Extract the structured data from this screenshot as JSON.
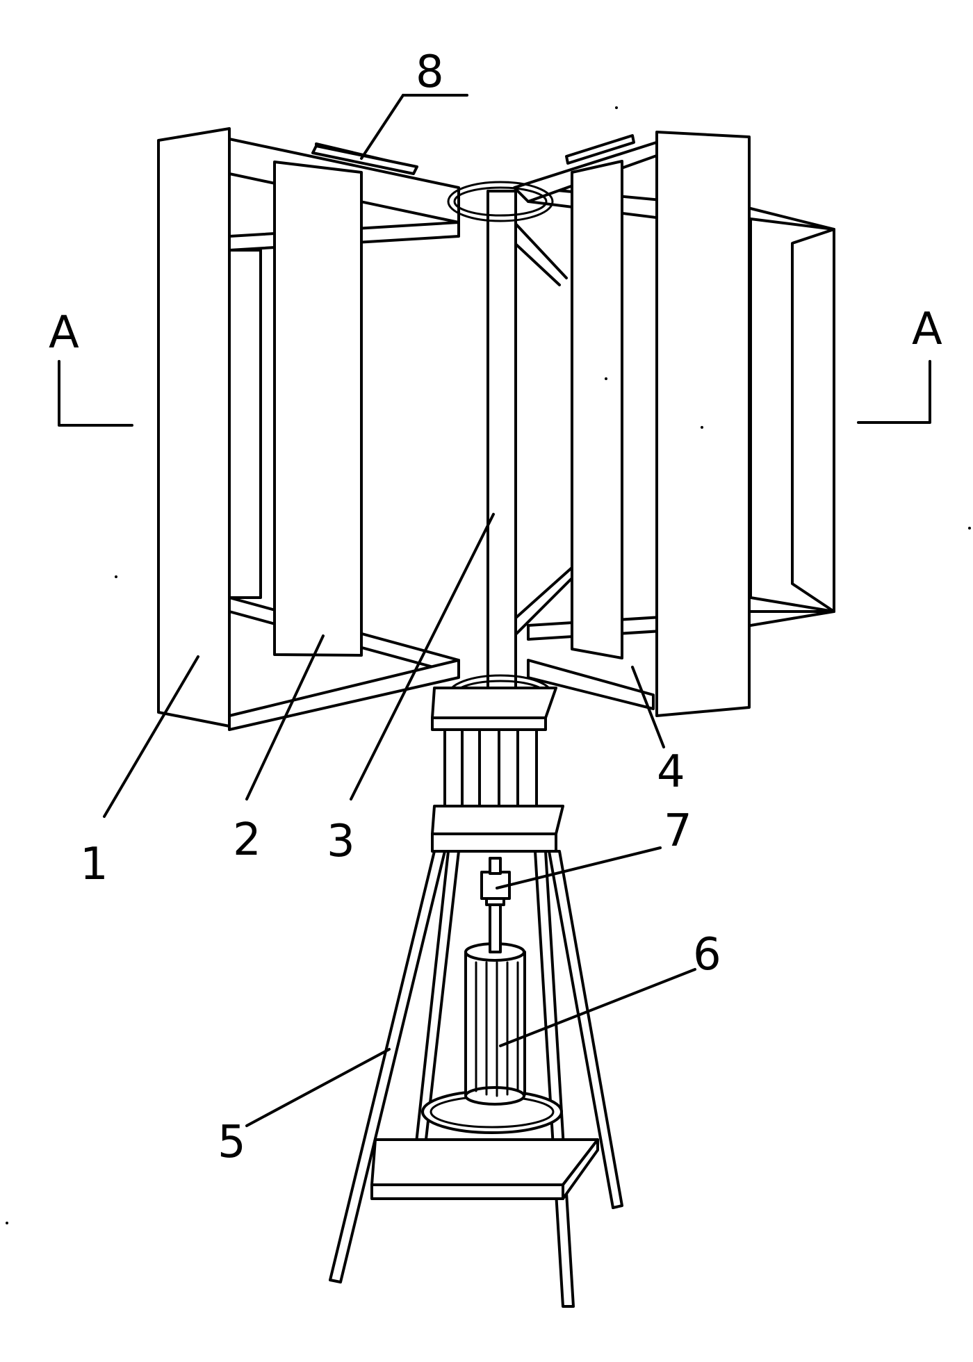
{
  "labels": {
    "section_left": "A",
    "section_right": "A",
    "part_1": "1",
    "part_2": "2",
    "part_3": "3",
    "part_4": "4",
    "part_5": "5",
    "part_6": "6",
    "part_7": "7",
    "part_8": "8"
  }
}
